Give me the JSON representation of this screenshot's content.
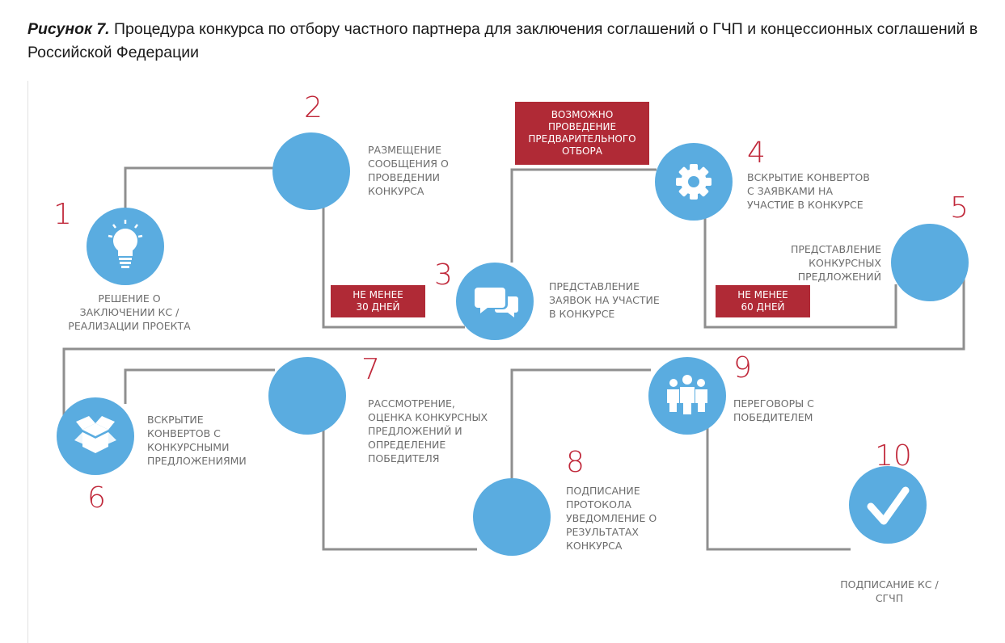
{
  "caption": {
    "figure": "Рисунок 7.",
    "text": " Процедура конкурса по отбору частного партнера для заключения соглашений о ГЧП и концессионных соглашений в Российской Федерации"
  },
  "colors": {
    "circle": "#5aace0",
    "line": "#8f8f8f",
    "accent": "#c0283a",
    "tag": "#b02a36"
  },
  "steps": [
    {
      "number": "1",
      "label": "РЕШЕНИЕ О\nЗАКЛЮЧЕНИИ КС /\nРЕАЛИЗАЦИИ ПРОЕКТА",
      "icon": "lightbulb-icon"
    },
    {
      "number": "2",
      "label": "РАЗМЕЩЕНИЕ\nСООБЩЕНИЯ О\nПРОВЕДЕНИИ\nКОНКУРСА",
      "icon": ""
    },
    {
      "number": "3",
      "label": "ПРЕДСТАВЛЕНИЕ\nЗАЯВОК НА УЧАСТИЕ\nВ КОНКУРСЕ",
      "icon": "chat-bubbles-icon"
    },
    {
      "number": "4",
      "label": "ВСКРЫТИЕ КОНВЕРТОВ\nС ЗАЯВКАМИ НА\nУЧАСТИЕ В КОНКУРСЕ",
      "icon": "gear-icon"
    },
    {
      "number": "5",
      "label": "ПРЕДСТАВЛЕНИЕ\nКОНКУРСНЫХ\nПРЕДЛОЖЕНИЙ",
      "icon": ""
    },
    {
      "number": "6",
      "label": "ВСКРЫТИЕ\nКОНВЕРТОВ С\nКОНКУРСНЫМИ\nПРЕДЛОЖЕНИЯМИ",
      "icon": "open-box-icon"
    },
    {
      "number": "7",
      "label": "РАССМОТРЕНИЕ,\nОЦЕНКА КОНКУРСНЫХ\nПРЕДЛОЖЕНИЙ И\nОПРЕДЕЛЕНИЕ\nПОБЕДИТЕЛЯ",
      "icon": ""
    },
    {
      "number": "8",
      "label": "ПОДПИСАНИЕ\nПРОТОКОЛА\nУВЕДОМЛЕНИЕ О\nРЕЗУЛЬТАТАХ\nКОНКУРСА",
      "icon": ""
    },
    {
      "number": "9",
      "label": "ПЕРЕГОВОРЫ С\nПОБЕДИТЕЛЕМ",
      "icon": "people-group-icon"
    },
    {
      "number": "10",
      "label": "ПОДПИСАНИЕ КС /\nСГЧП",
      "icon": "checkmark-icon"
    }
  ],
  "tags": {
    "min30": "НЕ МЕНЕЕ\n30 ДНЕЙ",
    "prequal": "ВОЗМОЖНО\nПРОВЕДЕНИЕ\nПРЕДВАРИТЕЛЬНОГО\nОТБОРА",
    "min60": "НЕ МЕНЕЕ\n60 ДНЕЙ"
  }
}
